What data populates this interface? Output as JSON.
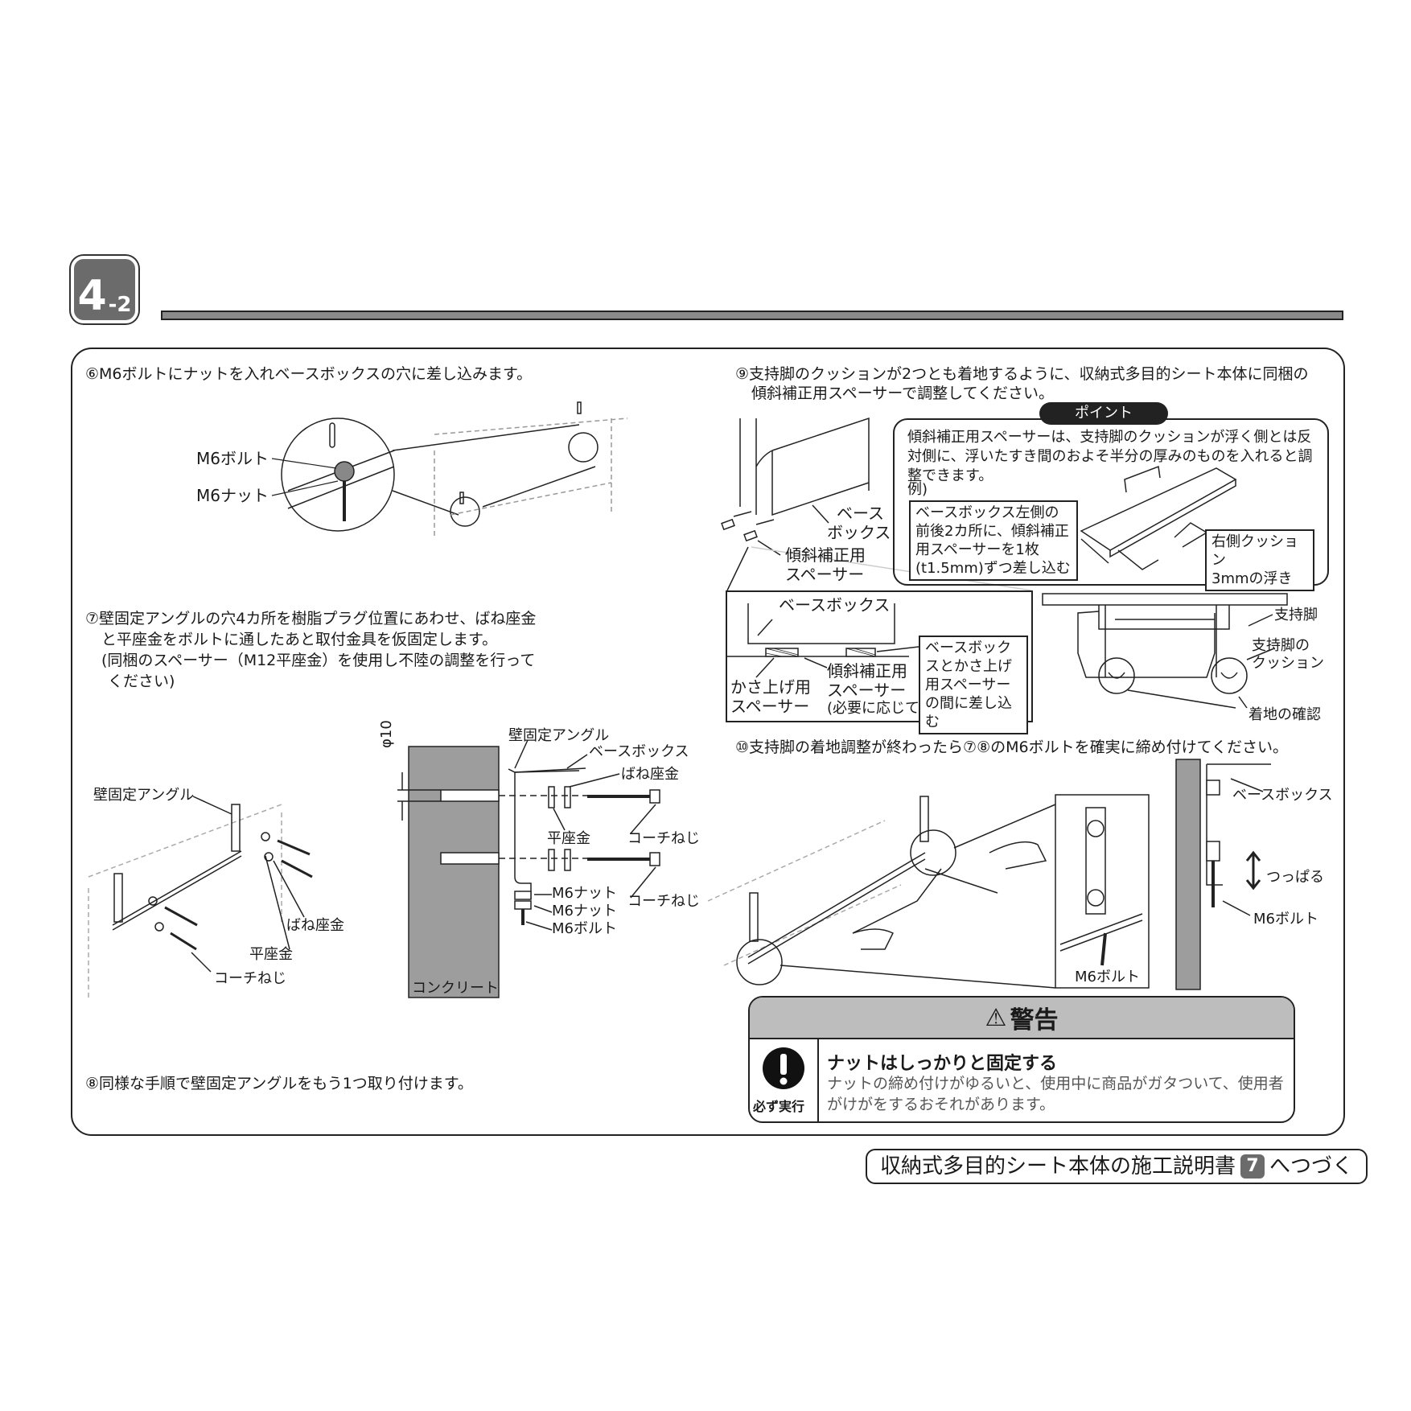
{
  "header": {
    "section_main": "4",
    "section_sub": "-2"
  },
  "step6": {
    "text": "⑥M6ボルトにナットを入れベースボックスの穴に差し込みます。",
    "label_bolt": "M6ボルト",
    "label_nut": "M6ナット"
  },
  "step7": {
    "line1": "⑦壁固定アングルの穴4カ所を樹脂プラグ位置にあわせ、ばね座金",
    "line2": "と平座金をボルトに通したあと取付金具を仮固定します。",
    "line3": "(同梱のスペーサー（M12平座金）を使用し不陸の調整を行って",
    "line4": "ください)",
    "left_labels": {
      "angle": "壁固定アングル",
      "spring_washer": "ばね座金",
      "flat_washer": "平座金",
      "coach_screw": "コーチねじ"
    },
    "section_labels": {
      "diameter": "φ10",
      "angle": "壁固定アングル",
      "base_box": "ベースボックス",
      "spring_washer": "ばね座金",
      "flat_washer": "平座金",
      "coach_screw_1": "コーチねじ",
      "coach_screw_2": "コーチねじ",
      "nut_1": "M6ナット",
      "nut_2": "M6ナット",
      "bolt": "M6ボルト",
      "concrete": "コンクリート"
    }
  },
  "step8": {
    "text": "⑧同様な手順で壁固定アングルをもう1つ取り付けます。"
  },
  "step9": {
    "line1": "⑨支持脚のクッションが2つとも着地するように、収納式多目的シート本体に同梱の",
    "line2": "傾斜補正用スペーサーで調整してください。",
    "label_base_box_a": "ベース",
    "label_base_box_b": "ボックス",
    "label_spacer_a": "傾斜補正用",
    "label_spacer_b": "スペーサー",
    "point": {
      "tag": "ポイント",
      "text": "傾斜補正用スペーサーは、支持脚のクッションが浮く側とは反対側に、浮いたすき間のおよそ半分の厚みのものを入れると調整できます。",
      "example": "例)",
      "note_left": "ベースボックス左側の前後2カ所に、傾斜補正用スペーサーを1枚(t1.5mm)ずつ差し込む",
      "note_right_1": "右側クッション",
      "note_right_2": "3mmの浮き"
    },
    "detail": {
      "base_box": "ベースボックス",
      "lift_spacer_1": "かさ上げ用",
      "lift_spacer_2": "スペーサー",
      "tilt_spacer_1": "傾斜補正用",
      "tilt_spacer_2": "スペーサー",
      "as_needed": "(必要に応じて)",
      "note": "ベースボックスとかさ上げ用スペーサーの間に差し込む"
    },
    "leg_labels": {
      "leg": "支持脚",
      "cushion_1": "支持脚の",
      "cushion_2": "クッション",
      "landing": "着地の確認"
    }
  },
  "step10": {
    "text": "⑩支持脚の着地調整が終わったら⑦⑧のM6ボルトを確実に締め付けてください。",
    "label_bolt_inset": "M6ボルト",
    "label_base_box": "ベースボックス",
    "label_pull": "つっぱる",
    "label_bolt": "M6ボルト"
  },
  "warning": {
    "title": "警告",
    "icon_label": "必ず実行",
    "heading": "ナットはしっかりと固定する",
    "body": "ナットの締め付けがゆるいと、使用中に商品がガタついて、使用者がけがをするおそれがあります。"
  },
  "footer": {
    "prefix": "収納式多目的シート本体の施工説明書",
    "page": "7",
    "suffix": "へつづく"
  }
}
